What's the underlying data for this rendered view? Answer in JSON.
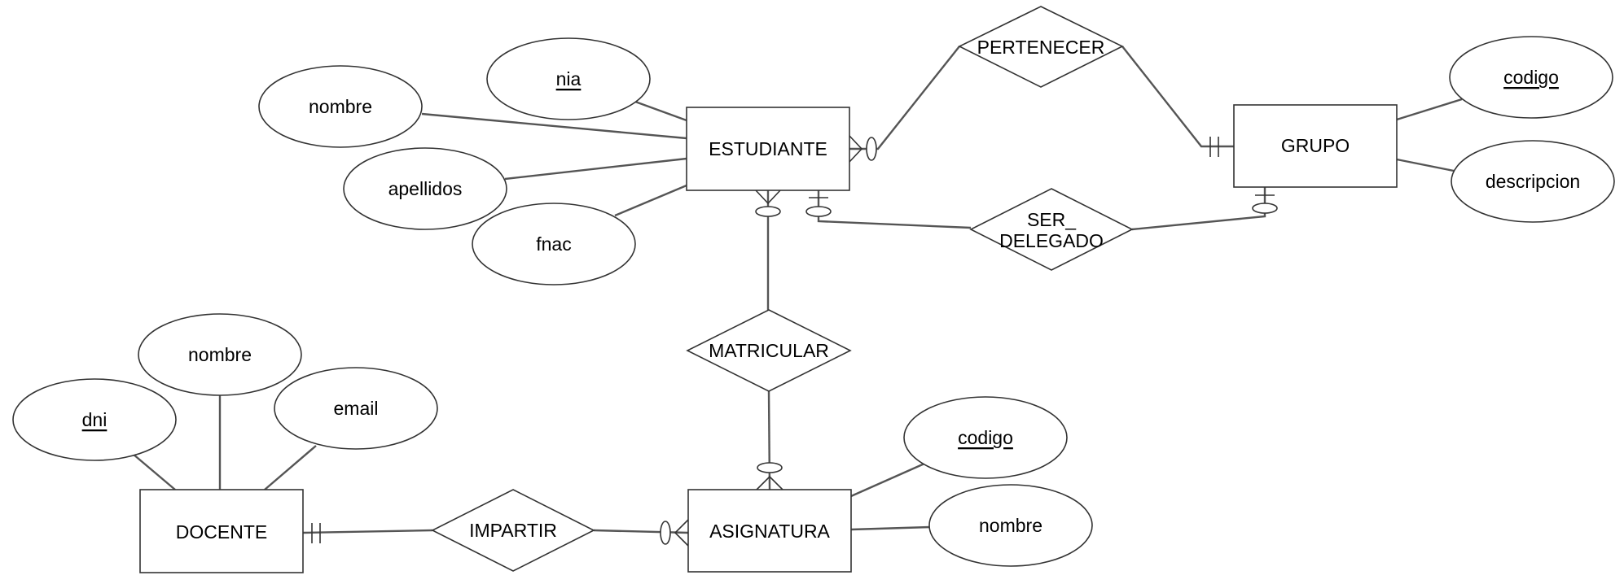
{
  "entities": {
    "estudiante": "ESTUDIANTE",
    "grupo": "GRUPO",
    "docente": "DOCENTE",
    "asignatura": "ASIGNATURA"
  },
  "relationships": {
    "pertenecer": "PERTENECER",
    "ser_delegado_line1": "SER_",
    "ser_delegado_line2": "DELEGADO",
    "matricular": "MATRICULAR",
    "impartir": "IMPARTIR"
  },
  "attributes": {
    "estudiante": {
      "nia": "nia",
      "nombre": "nombre",
      "apellidos": "apellidos",
      "fnac": "fnac"
    },
    "grupo": {
      "codigo": "codigo",
      "descripcion": "descripcion"
    },
    "docente": {
      "dni": "dni",
      "nombre": "nombre",
      "email": "email"
    },
    "asignatura": {
      "codigo": "codigo",
      "nombre": "nombre"
    }
  },
  "key_attributes": [
    "estudiante.nia",
    "grupo.codigo",
    "docente.dni",
    "asignatura.codigo"
  ],
  "colors": {
    "line": "#555555",
    "outline": "#333333",
    "fill": "#ffffff",
    "text": "#000000"
  }
}
